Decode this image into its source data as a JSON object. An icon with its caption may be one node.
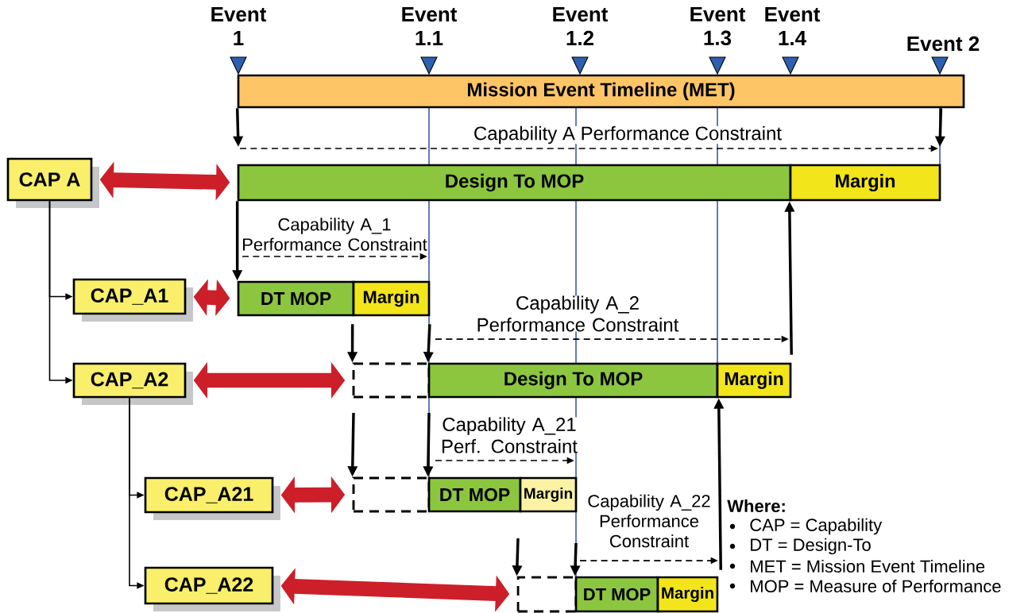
{
  "diagram": {
    "nodes": [
      {
        "text": [
          "Mission Event Timeline (MET)"
        ]
      },
      {
        "text": [
          "CAP A"
        ]
      },
      {
        "text": [
          "Design To MOP"
        ]
      },
      {
        "text": [
          "Margin"
        ]
      },
      {
        "text": [
          "CAP_A1"
        ]
      },
      {
        "text": [
          "DT MOP"
        ]
      },
      {
        "text": [
          "Margin"
        ]
      },
      {
        "text": [
          "CAP_A2"
        ]
      },
      {
        "text": [],
        "shape": "box"
      },
      {
        "text": [
          "Design To MOP"
        ]
      },
      {
        "text": [
          "Margin"
        ]
      },
      {
        "text": [
          "CAP_A21"
        ]
      },
      {
        "text": [],
        "shape": "box"
      },
      {
        "text": [
          "DT MOP"
        ]
      },
      {
        "text": [
          "Margin"
        ]
      },
      {
        "text": [
          "CAP_A22"
        ]
      },
      {
        "text": [],
        "shape": "box"
      },
      {
        "text": [
          "DT MOP"
        ]
      },
      {
        "text": [
          "Margin"
        ]
      }
    ],
    "edges": [
      {
        "from": 1,
        "to": 4,
        "arrow": "to"
      },
      {
        "from": 1,
        "to": 7,
        "arrow": "to"
      },
      {
        "from": 7,
        "to": 11,
        "arrow": "to"
      },
      {
        "from": 7,
        "to": 15,
        "arrow": "to"
      },
      {
        "from": 1,
        "to": 2,
        "arrow": "both",
        "style": "thick",
        "color": "#cc1f2a"
      },
      {
        "from": 4,
        "to": 5,
        "arrow": "both",
        "style": "thick",
        "color": "#cc1f2a"
      },
      {
        "from": 7,
        "to": 8,
        "arrow": "both",
        "style": "thick",
        "color": "#cc1f2a"
      },
      {
        "from": 11,
        "to": 12,
        "arrow": "both",
        "style": "thick",
        "color": "#cc1f2a"
      },
      {
        "from": 15,
        "to": 16,
        "arrow": "both",
        "style": "thick",
        "color": "#cc1f2a"
      },
      {
        "from": 0,
        "to": null,
        "arrow": "to"
      },
      {
        "from": 0,
        "to": null,
        "arrow": "to"
      },
      {
        "from": 2,
        "to": 5,
        "arrow": "to"
      },
      {
        "from": 6,
        "to": 8,
        "arrow": "to"
      },
      {
        "from": 6,
        "to": 9,
        "arrow": "to"
      },
      {
        "from": 10,
        "to": 3,
        "arrow": "to"
      },
      {
        "from": null,
        "to": 12,
        "arrow": "to"
      },
      {
        "from": null,
        "to": 13,
        "arrow": "to"
      },
      {
        "from": 18,
        "to": 10,
        "arrow": "to"
      },
      {
        "from": null,
        "to": 16,
        "arrow": "to"
      },
      {
        "from": null,
        "to": 17,
        "arrow": "to"
      }
    ],
    "labels": [
      "Event 1",
      "Event 1.1",
      "Event 1.2",
      "Event 1.3",
      "Event 1.4",
      "Event 2",
      "Capability A Performance Constraint",
      "Capability A_1 Performance Constraint",
      "Capability A_2 Performance Constraint",
      "Capability A_21 Perf. Constraint",
      "Capability A_22 Performance Constraint",
      "Where:",
      "CAP = Capability",
      "DT = Design-To",
      "MET = Mission Event Timeline",
      "MOP = Measure of Performance"
    ]
  }
}
